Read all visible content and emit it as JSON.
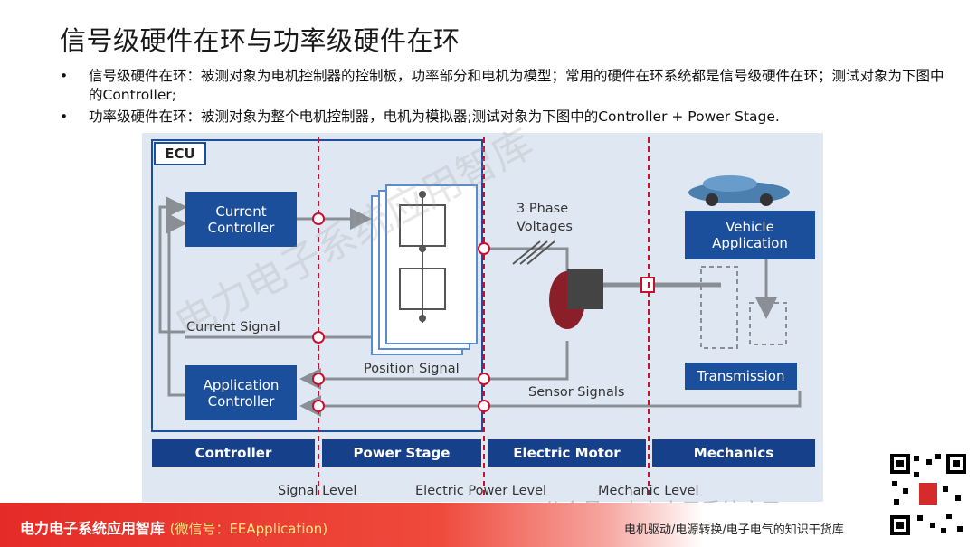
{
  "title": "信号级硬件在环与功率级硬件在环",
  "bullets": [
    "信号级硬件在环：被测对象为电机控制器的控制板，功率部分和电机为模型；常用的硬件在环系统都是信号级硬件在环；测试对象为下图中的Controller;",
    "功率级硬件在环：被测对象为整个电机控制器，电机为模拟器;测试对象为下图中的Controller + Power Stage."
  ],
  "bullet_symbol": "•",
  "diagram": {
    "ecu_label": "ECU",
    "current_controller": "Current\nController",
    "application_controller": "Application\nController",
    "vehicle_application": "Vehicle\nApplication",
    "transmission": "Transmission",
    "three_phase": "3 Phase\nVoltages",
    "current_signal": "Current Signal",
    "position_signal": "Position Signal",
    "sensor_signals": "Sensor Signals",
    "bars": [
      "Controller",
      "Power Stage",
      "Electric Motor",
      "Mechanics"
    ],
    "levels": [
      "Signal Level",
      "Electric Power Level",
      "Mechanic Level"
    ],
    "colors": {
      "block": "#1b4f9c",
      "bar": "#16418a",
      "divider": "#c8102e",
      "background": "#dfe8f2",
      "line": "#8a8f96"
    }
  },
  "watermark": "电力电子系统应用智库",
  "wechat_watermark": "公众号 · 电力电子系统应用",
  "footer": {
    "brand": "电力电子系统应用智库",
    "wechat": "(微信号：EEApplication)",
    "tagline": "电机驱动/电源转换/电子电气的知识干货库"
  }
}
